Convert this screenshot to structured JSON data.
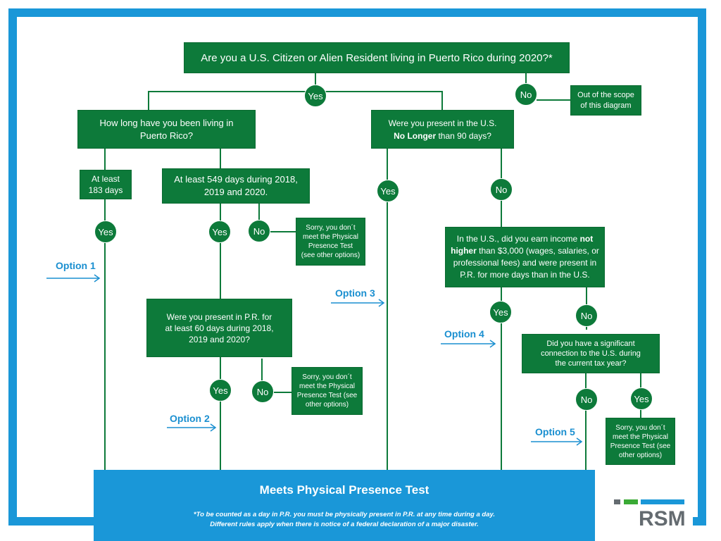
{
  "q_root": "Are you a U.S. Citizen or Alien Resident living in Puerto Rico during 2020?*",
  "scope_text": "Out of the scope of this diagram",
  "q_how_long": "How long have you been living in Puerto Rico?",
  "q_present_us": {
    "line1": "Were you present in the U.S.",
    "strong": "No Longer",
    "rest": "than 90 days?"
  },
  "at_least_183": "At least 183 days",
  "at_least_549": "At least 549 days during 2018, 2019 and 2020.",
  "sorry_text": "Sorry, you don´t meet the Physical Presence Test (see other options)",
  "q_present_pr60": "Were you present in P.R. for at least 60 days during 2018, 2019 and 2020?",
  "q_income": {
    "a": "In the U.S., did you earn income",
    "b": "not higher",
    "c": "than $3,000 (wages, salaries, or professional fees) and  were present in P.R. for more days than in the U.S."
  },
  "q_connection": "Did you have a significant connection  to the U.S. during the current tax year?",
  "yes": "Yes",
  "no": "No",
  "options": [
    "Option 1",
    "Option 2",
    "Option 3",
    "Option 4",
    "Option 5"
  ],
  "result_title": "Meets Physical Presence Test",
  "result_note_1": "*To be counted as a day in P.R. you must be physically present in P.R. at any time during a day.",
  "result_note_2": "Different rules apply when there is notice of a federal declaration of a major disaster.",
  "logo": "RSM",
  "colors": {
    "green": "#0d7a3a",
    "blue": "#1a97d8",
    "logo_gray": "#646b70",
    "logo_green": "#3aaa35"
  }
}
